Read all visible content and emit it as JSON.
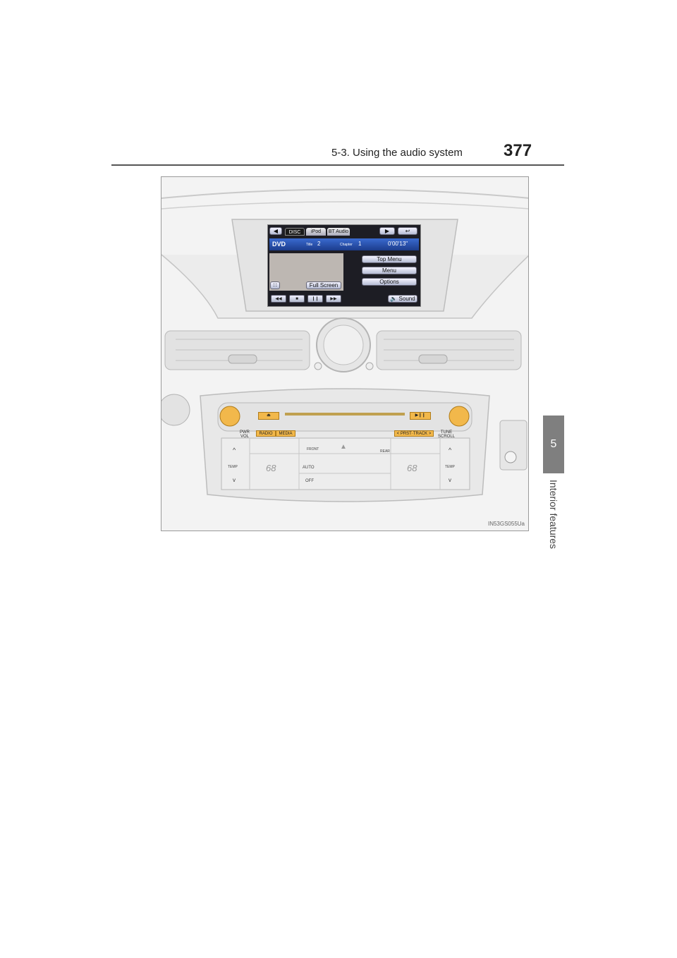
{
  "header": {
    "section_title": "5-3. Using the audio system",
    "page_number": "377"
  },
  "side_tab": {
    "chapter_number": "5",
    "chapter_label": "Interior features"
  },
  "figure": {
    "figure_id": "IN53GS055Ua",
    "screen": {
      "nav_tabs": [
        "DISC",
        "iPod",
        "BT Audio"
      ],
      "source": "DVD",
      "title_label": "Title",
      "title_value": "2",
      "chapter_label": "Chapter",
      "chapter_value": "1",
      "elapsed_time": "0'00'13\"",
      "buttons": [
        "Top Menu",
        "Menu",
        "Options"
      ],
      "full_screen_label": "Full Screen",
      "sound_label": "Sound"
    },
    "panel": {
      "radio_label": "RADIO",
      "media_label": "MEDIA",
      "track_label": "< PRST·TRACK >",
      "pwr_vol_label": "PWR VOL",
      "tune_scroll_label": "TUNE SCROLL",
      "temp_left": "68",
      "temp_right": "68",
      "temp_label": "TEMP",
      "auto_label": "AUTO",
      "off_label": "OFF",
      "front_label": "FRONT",
      "rear_label": "REAR"
    },
    "highlight_color": "#f2b84b"
  }
}
